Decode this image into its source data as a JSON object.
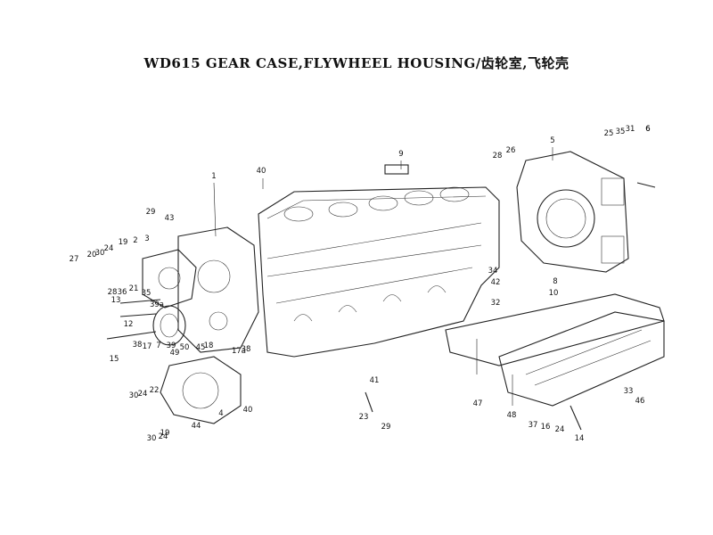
{
  "title": "WD615 GEAR CASE,FLYWHEEL HOUSING/齿轮室,飞轮壳",
  "callouts": [
    {
      "label": "1"
    },
    {
      "label": "2"
    },
    {
      "label": "3"
    },
    {
      "label": "4"
    },
    {
      "label": "5"
    },
    {
      "label": "6"
    },
    {
      "label": "7"
    },
    {
      "label": "8"
    },
    {
      "label": "9"
    },
    {
      "label": "10"
    },
    {
      "label": "12"
    },
    {
      "label": "13"
    },
    {
      "label": "14"
    },
    {
      "label": "15"
    },
    {
      "label": "16"
    },
    {
      "label": "17"
    },
    {
      "label": "17a"
    },
    {
      "label": "18"
    },
    {
      "label": "19"
    },
    {
      "label": "19"
    },
    {
      "label": "20"
    },
    {
      "label": "21"
    },
    {
      "label": "22"
    },
    {
      "label": "23"
    },
    {
      "label": "24"
    },
    {
      "label": "24"
    },
    {
      "label": "24"
    },
    {
      "label": "24"
    },
    {
      "label": "25"
    },
    {
      "label": "26"
    },
    {
      "label": "27"
    },
    {
      "label": "28"
    },
    {
      "label": "28"
    },
    {
      "label": "29"
    },
    {
      "label": "29"
    },
    {
      "label": "30"
    },
    {
      "label": "30"
    },
    {
      "label": "30"
    },
    {
      "label": "31"
    },
    {
      "label": "32"
    },
    {
      "label": "33"
    },
    {
      "label": "34"
    },
    {
      "label": "35"
    },
    {
      "label": "35"
    },
    {
      "label": "36"
    },
    {
      "label": "37"
    },
    {
      "label": "38"
    },
    {
      "label": "38"
    },
    {
      "label": "39"
    },
    {
      "label": "39a"
    },
    {
      "label": "40"
    },
    {
      "label": "40"
    },
    {
      "label": "41"
    },
    {
      "label": "42"
    },
    {
      "label": "43"
    },
    {
      "label": "44"
    },
    {
      "label": "45"
    },
    {
      "label": "46"
    },
    {
      "label": "47"
    },
    {
      "label": "48"
    },
    {
      "label": "49"
    },
    {
      "label": "50"
    },
    {
      "label": "6"
    }
  ]
}
